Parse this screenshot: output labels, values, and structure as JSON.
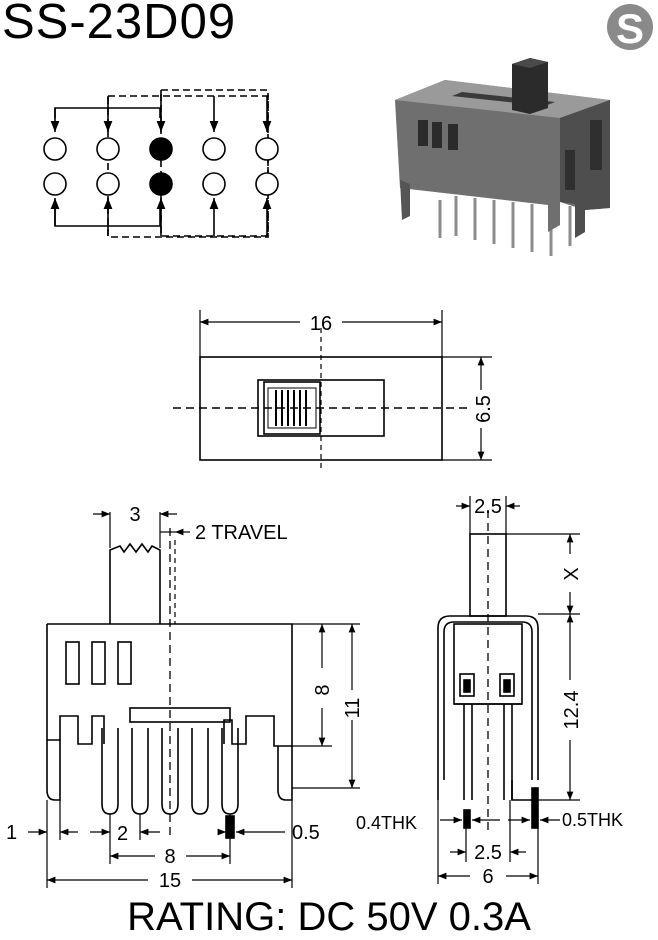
{
  "title": "SS-23D09",
  "logo_letter": "S",
  "rating": "RATING: DC 50V 0.3A",
  "top_view": {
    "length": "16",
    "width": "6.5"
  },
  "side_view": {
    "actuator_width": "3",
    "travel": "2 TRAVEL",
    "height_body": "8",
    "height_total": "11",
    "terminal_width": "1",
    "terminal_pitch": "2",
    "terminal_thickness": "0.5",
    "terminal_span": "8",
    "body_length": "15"
  },
  "end_view": {
    "actuator_width": "2.5",
    "actuator_height": "X",
    "height": "12.4",
    "pin_thickness": "0.4THK",
    "bracket_thickness": "0.5THK",
    "pin_spacing": "2.5",
    "width": "6"
  },
  "colors": {
    "ink": "#000000",
    "photo_body": "#6f6f6f",
    "photo_dark": "#2b2b2b",
    "logo_gray": "#8a8a8a"
  }
}
